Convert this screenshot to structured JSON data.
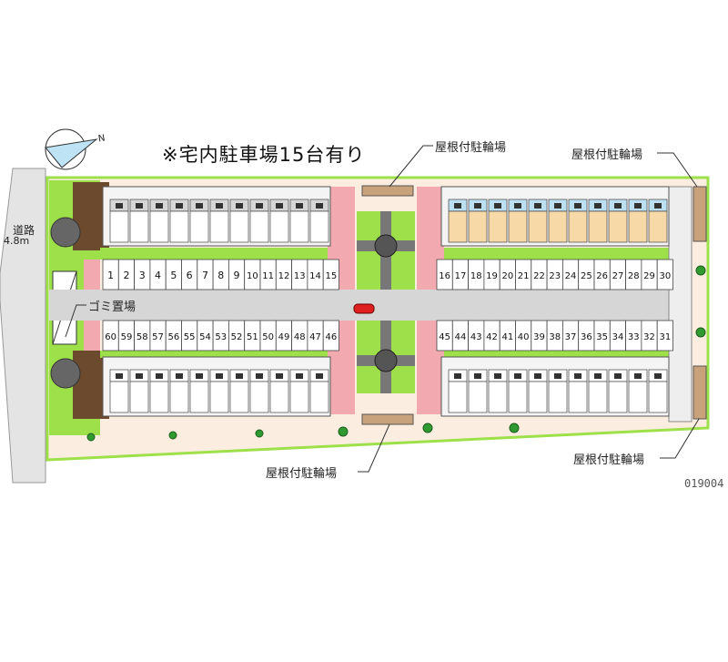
{
  "title": "※宅内駐車場15台有り",
  "labels": {
    "bike_shelter": "屋根付駐輪場",
    "garbage": "ゴミ置場",
    "road": "道路",
    "road_width": "4.8m",
    "compass_n": "N",
    "code": "019004"
  },
  "parking": {
    "top_left": [
      "1",
      "2",
      "3",
      "4",
      "5",
      "6",
      "7",
      "8",
      "9",
      "10",
      "11",
      "12",
      "13",
      "14",
      "15"
    ],
    "top_right": [
      "16",
      "17",
      "18",
      "19",
      "20",
      "21",
      "22",
      "23",
      "24",
      "25",
      "26",
      "27",
      "28",
      "29",
      "30"
    ],
    "bottom_left": [
      "60",
      "59",
      "58",
      "57",
      "56",
      "55",
      "54",
      "53",
      "52",
      "51",
      "50",
      "49",
      "48",
      "47",
      "46"
    ],
    "bottom_right": [
      "45",
      "44",
      "43",
      "42",
      "41",
      "40",
      "39",
      "38",
      "37",
      "36",
      "35",
      "34",
      "33",
      "32",
      "31"
    ]
  },
  "colors": {
    "grass": "#9ee04a",
    "pink": "#f2a9b0",
    "lane": "#d6d6d6",
    "ground": "#fbeee0",
    "bike": "#c8a27a",
    "unit_beige": "#f7d9a8",
    "unit_blue": "#bcdff2",
    "car": "#e02020"
  }
}
